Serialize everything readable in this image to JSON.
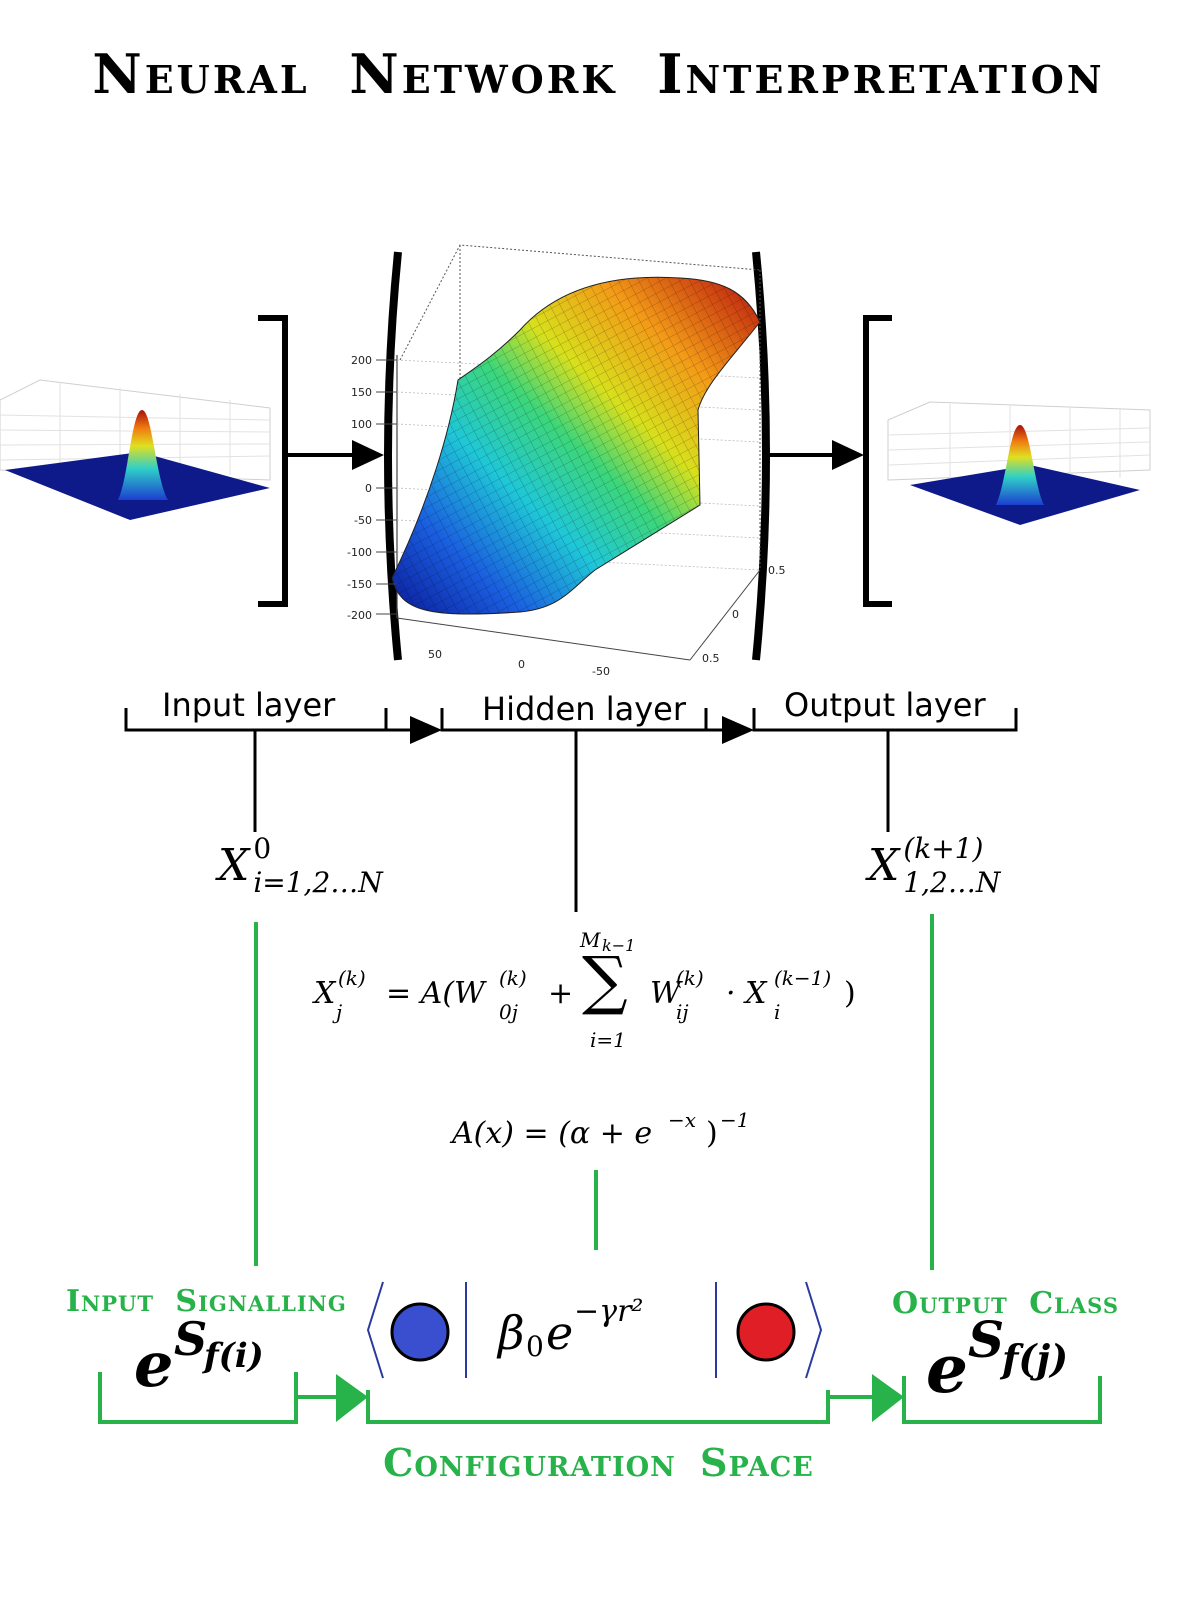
{
  "title": "Neural Network Interpretation",
  "layers": {
    "input": "Input layer",
    "hidden": "Hidden layer",
    "output": "Output layer"
  },
  "surface_axis": {
    "z_ticks": [
      "200",
      "150",
      "100",
      "0",
      "-50",
      "-100",
      "-150",
      "-200"
    ],
    "x_ticks": [
      "50",
      "0",
      "-50"
    ],
    "y_ticks": [
      "0.5",
      "0",
      "0.5"
    ]
  },
  "equations": {
    "input_var": "X",
    "input_sup": "0",
    "input_sub": "i=1,2…N",
    "output_var": "X",
    "output_sup": "(k+1)",
    "output_sub": "1,2…N",
    "layer_eq_lhs": "X",
    "layer_eq_lhs_sup": "(k)",
    "layer_eq_lhs_sub": "j",
    "layer_eq_eq": "= A(W",
    "layer_eq_w0_sup": "(k)",
    "layer_eq_w0_sub": "0j",
    "layer_eq_plus": "+",
    "sum_upper": "M",
    "sum_upper_sub": "k−1",
    "sum_symbol": "∑",
    "sum_lower": "i=1",
    "layer_eq_w": "W",
    "layer_eq_w_sup": "(k)",
    "layer_eq_w_sub": "ij",
    "layer_eq_dot": "· X",
    "layer_eq_x_sup": "(k−1)",
    "layer_eq_x_sub": "i",
    "layer_eq_close": ")",
    "activation": "A(x) = (α + e",
    "activation_sup": "−x",
    "activation_close": ")",
    "activation_close_sup": "−1"
  },
  "bottom": {
    "input_signalling": "Input Signalling",
    "output_class": "Output Class",
    "configuration_space": "Configuration Space",
    "input_exp_base": "e",
    "input_exp_s": "S",
    "input_exp_f": "f(i)",
    "output_exp_base": "e",
    "output_exp_s": "S",
    "output_exp_f": "f(j)",
    "bracket_formula_beta": "β",
    "bracket_formula_beta_sub": "0",
    "bracket_formula_e": "e",
    "bracket_formula_exp": "−γr²"
  },
  "colors": {
    "green": "#27b24a",
    "blue_dot": "#3a4fd0",
    "red_dot": "#e01e25",
    "bracket_blue": "#2b3aa0"
  }
}
